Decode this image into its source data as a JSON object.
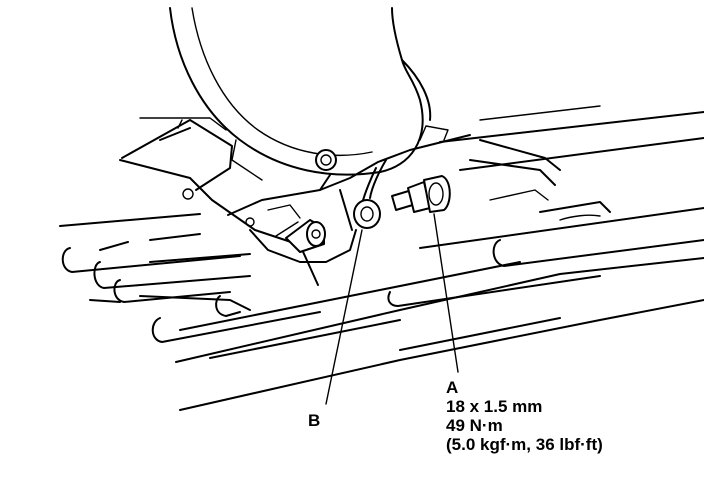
{
  "callouts": {
    "a": {
      "letter": "A",
      "size": "18 x 1.5 mm",
      "torque_nm": "49 N·m",
      "torque_alt": "(5.0 kgf·m, 36 lbf·ft)"
    },
    "b": {
      "letter": "B"
    }
  },
  "colors": {
    "line": "#000000",
    "background": "#ffffff"
  }
}
